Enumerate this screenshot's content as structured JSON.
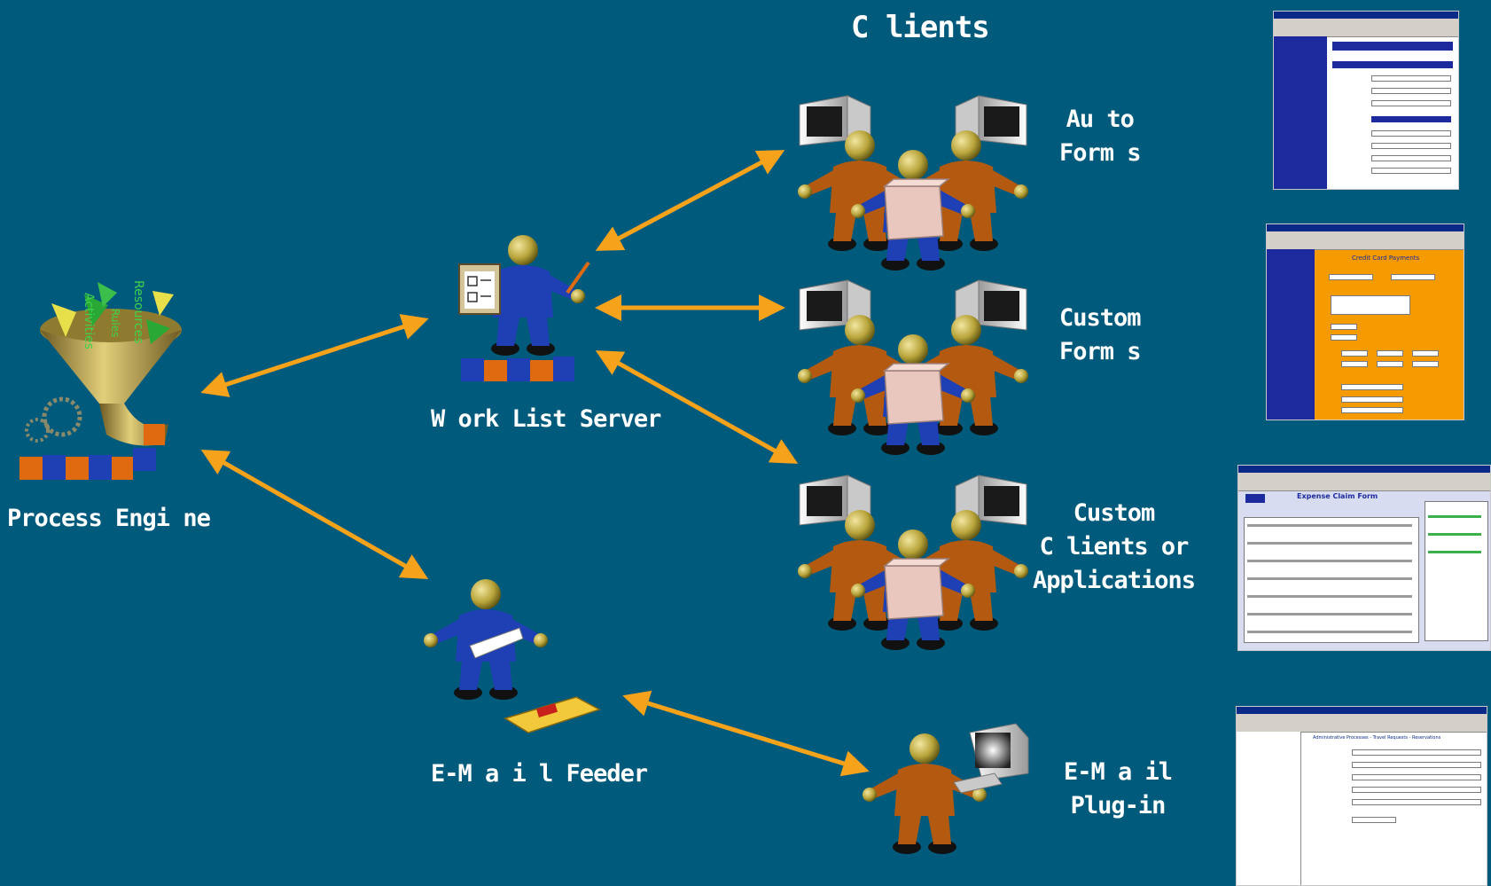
{
  "diagram": {
    "colors": {
      "background": "#005a7c",
      "arrow": "#f7a21b",
      "worker_blue": "#1f3fb5",
      "worker_orange": "#b35a10",
      "head_gold": "#b8a43a",
      "label_text": "#ffffff"
    },
    "clients_title": "C lients",
    "nodes": {
      "process_engine": {
        "label": "Process Engi ne",
        "funnel_words": [
          "Activities",
          "Rules",
          "Resources"
        ]
      },
      "work_list_server": {
        "label": "W ork List Server"
      },
      "email_feeder": {
        "label": "E-M a i l Feeder"
      }
    },
    "clients": [
      {
        "id": "auto-forms",
        "label": "Au to\nForm s"
      },
      {
        "id": "custom-forms",
        "label": "Custom\nForm s"
      },
      {
        "id": "custom-clients",
        "label": "Custom\nC lients or\nApplications"
      },
      {
        "id": "email-plugin",
        "label": "E-M a il\nPlug-in"
      }
    ],
    "screens": {
      "auto_forms": {
        "accent": "#1c2a9e",
        "panel": "#ffffff"
      },
      "custom_forms": {
        "accent": "#1c2a9e",
        "panel": "#f59a00",
        "heading": "Credit Card Payments"
      },
      "custom_clients": {
        "accent": "#1c2a9e",
        "panel": "#d8dcf0",
        "heading": "Expense Claim Form"
      },
      "email_plugin": {
        "accent": "#0a2a8a",
        "panel": "#ffffff",
        "heading": "Administrative Processes - Travel Requests - Reservations"
      }
    },
    "edges": [
      {
        "from": "process-engine",
        "to": "work-list-server",
        "bidirectional": true
      },
      {
        "from": "process-engine",
        "to": "email-feeder",
        "bidirectional": true
      },
      {
        "from": "work-list-server",
        "to": "auto-forms",
        "bidirectional": true
      },
      {
        "from": "work-list-server",
        "to": "custom-forms",
        "bidirectional": true
      },
      {
        "from": "work-list-server",
        "to": "custom-clients",
        "bidirectional": true
      },
      {
        "from": "email-feeder",
        "to": "email-plugin",
        "bidirectional": true
      }
    ]
  }
}
